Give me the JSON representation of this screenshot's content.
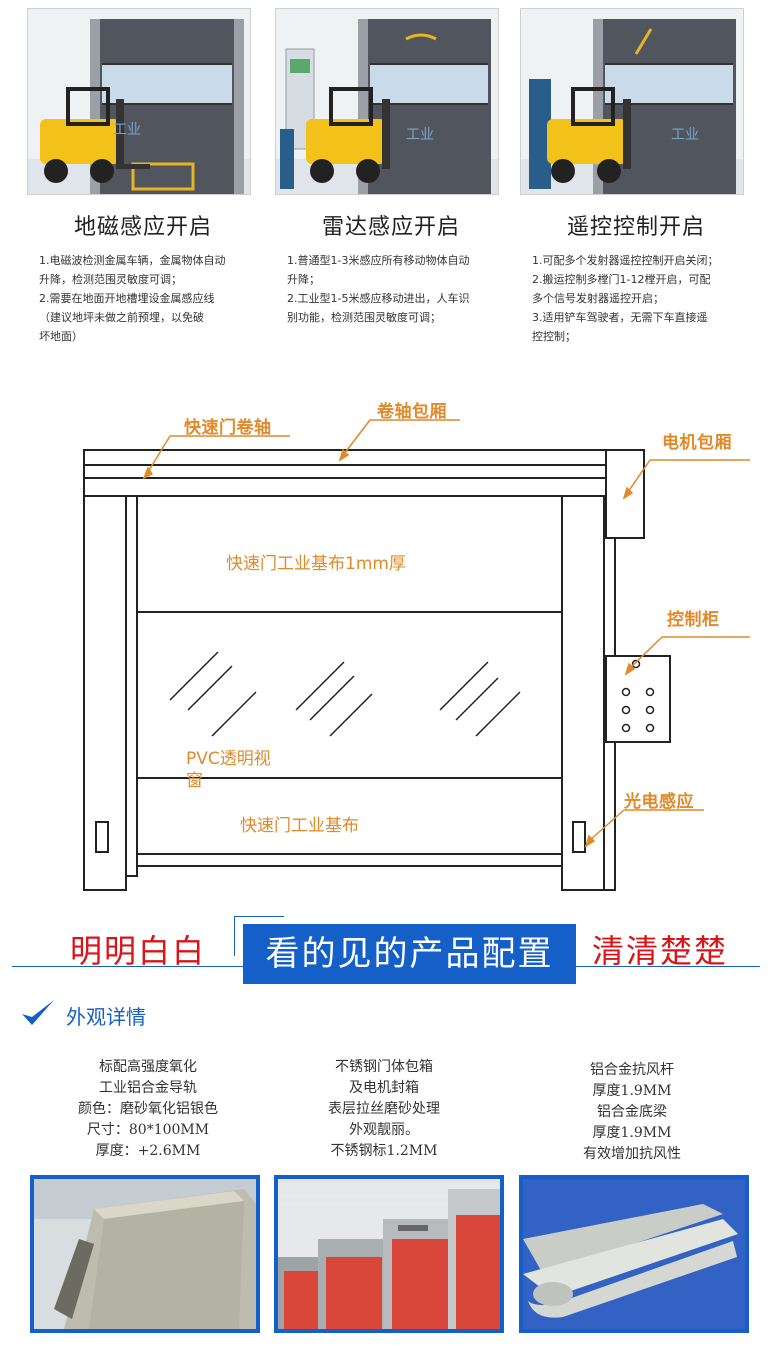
{
  "sensing": [
    {
      "title": "地磁感应开启",
      "lines": [
        "1.电磁波检测金属车辆，金属物体自动",
        "   升降，检测范围灵敏度可调；",
        "2.需要在地面开地槽埋设金属感应线",
        "   （建议地坪未做之前预埋，以免破",
        "   坏地面）"
      ]
    },
    {
      "title": "雷达感应开启",
      "lines": [
        "1.普通型1-3米感应所有移动物体自动",
        "   升降；",
        "2.工业型1-5米感应移动进出，人车识",
        "   别功能，检测范围灵敏度可调；"
      ]
    },
    {
      "title": "遥控控制开启",
      "lines": [
        "1.可配多个发射器遥控控制开启关闭；",
        "2.搬运控制多樘门1-12樘开启，可配",
        "   多个信号发射器遥控开启；",
        "3.适用铲车驾驶者，无需下车直接遥",
        "   控控制；"
      ]
    }
  ],
  "diagram": {
    "labels": {
      "roller_axis": "快速门卷轴",
      "roller_box": "卷轴包厢",
      "motor_box": "电机包厢",
      "fabric_top": "快速门工业基布1mm厚",
      "control_cabinet": "控制柜",
      "pvc_window": "PVC透明视窗",
      "fabric_bottom": "快速门工业基布",
      "photo_sensor": "光电感应"
    }
  },
  "banner": {
    "left": "明明白白",
    "center": "看的见的产品配置",
    "right": "清清楚楚"
  },
  "appearance": {
    "title": "外观详情",
    "specs": [
      {
        "lines": [
          "标配高强度氧化",
          "工业铝合金导轨",
          "颜色：磨砂氧化铝银色",
          "尺寸：80*100MM",
          "厚度：+2.6MM"
        ]
      },
      {
        "lines": [
          "不锈钢门体包箱",
          "及电机封箱",
          "表层拉丝磨砂处理",
          "外观靓丽。",
          "不锈钢标1.2MM"
        ]
      },
      {
        "lines": [
          "铝合金抗风杆",
          "厚度1.9MM",
          "铝合金底梁",
          "厚度1.9MM",
          "有效增加抗风性"
        ]
      }
    ]
  },
  "colors": {
    "accent_blue": "#1560c8",
    "callout_orange": "#e08a2a",
    "banner_red": "#d9141a",
    "door_dark": "#5a5f68",
    "door_red": "#d9473a"
  }
}
